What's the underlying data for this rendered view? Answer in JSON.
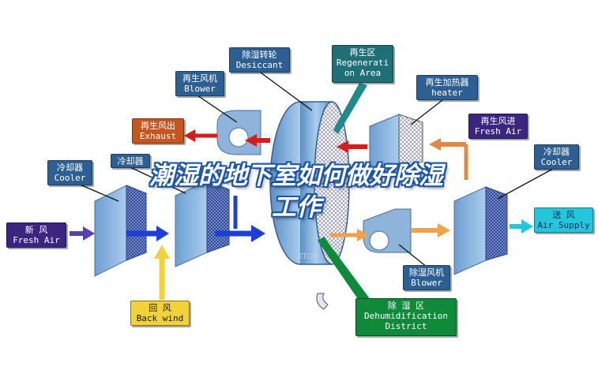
{
  "labels": {
    "desiccant": {
      "zh": "除湿转轮",
      "en": "Desiccant"
    },
    "regeneration": {
      "zh": "再生区",
      "en1": "Regenerati",
      "en2": "on Area"
    },
    "regen_blower": {
      "zh": "再生风机",
      "en": "Blower"
    },
    "regen_heater": {
      "zh": "再生加热器",
      "en": "heater"
    },
    "exhaust": {
      "zh": "再生风出",
      "en": "Exhaust"
    },
    "regen_fresh_air": {
      "zh": "再生风进",
      "en": "Fresh Air"
    },
    "cooler_left": {
      "zh": "冷却器",
      "en": "Cooler"
    },
    "cooler_mid": {
      "zh": "冷却器",
      "en": ""
    },
    "cooler_right": {
      "zh": "冷却器",
      "en": "Cooler"
    },
    "fresh_air": {
      "zh": "新    风",
      "en": "Fresh Air"
    },
    "air_supply": {
      "zh": "送  风",
      "en": "Air Supply"
    },
    "dehum_blower": {
      "zh": "除湿风机",
      "en": "Blower"
    },
    "back_wind": {
      "zh": "回    风",
      "en": "Back wind"
    },
    "dehum_district": {
      "zh": "除    湿    区",
      "en1": "Dehumidification",
      "en2": "District"
    }
  },
  "banner": {
    "line1": "潮湿的地下室如何做好除湿",
    "line2": "工作"
  },
  "watermark": "XTOP"
}
